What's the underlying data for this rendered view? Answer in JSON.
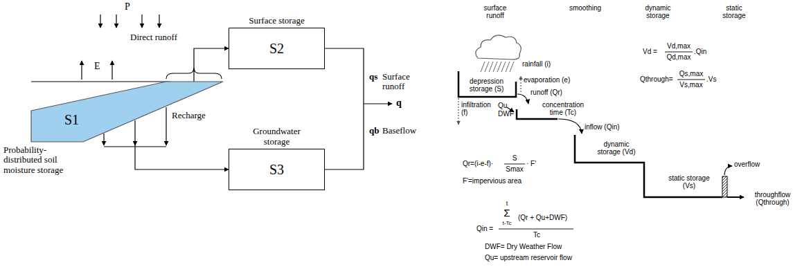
{
  "diagram": {
    "nodes": [
      {
        "text": [
          "Probability-distributed soil moisture storage",
          "S1"
        ]
      },
      {
        "text": [
          "Surface storage",
          "S2"
        ]
      },
      {
        "text": [
          "Groundwater storage",
          "S3"
        ]
      }
    ],
    "edges": [
      {
        "from": 0,
        "to": 1,
        "label": "Direct runoff",
        "arrow": "to"
      },
      {
        "from": 0,
        "to": 2,
        "label": "Recharge",
        "arrow": "to"
      }
    ],
    "labels": [
      "P",
      "E",
      "qs",
      "Surface runoff",
      "q",
      "qb",
      "Baseflow",
      "surface runoff",
      "smoothing",
      "dynamic storage",
      "static storage",
      "rainfall (i)",
      "evaporation (e)",
      "depression storage (S)",
      "runoff (Qr)",
      "infiltration (f)",
      "concentration time (Tc)",
      "Qu",
      "DWF",
      "inflow (Qin)",
      "dynamic storage (Vd)",
      "static storage (Vs)",
      "overflow",
      "throughflow (Qthrough)",
      "Vd =",
      "Vd,max",
      "Qd,max",
      ".Qin",
      "Qthrough=",
      "Qs,max",
      "Vs,max",
      ".Vs",
      "Qr=(i-e-f)·",
      "S",
      "Smax",
      "· F'",
      "F'=impervious area",
      "Qin =",
      "t",
      "Σ",
      "t-Tc",
      "(Qr + Qu+DWF)",
      "Tc",
      "DWF= Dry Weather Flow",
      "Qu= upstream reservoir flow"
    ]
  }
}
